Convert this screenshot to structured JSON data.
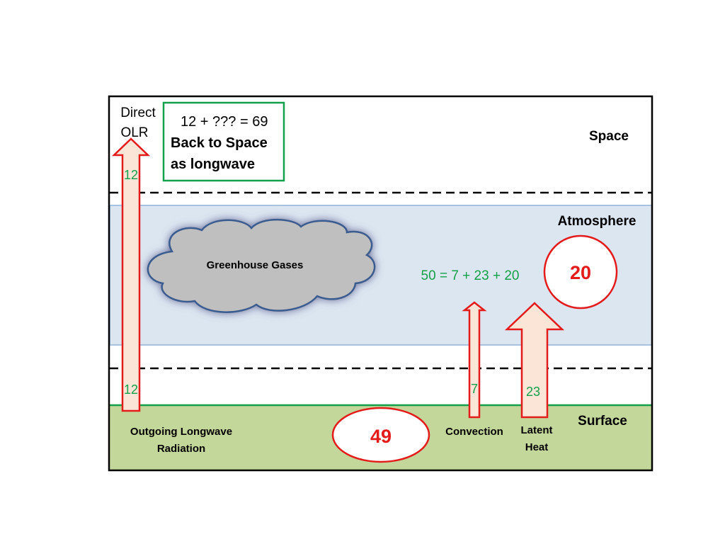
{
  "labels": {
    "direct_olr_line1": "Direct",
    "direct_olr_line2": "OLR",
    "equation_box_line1": "12 + ??? = 69",
    "equation_box_line2": "Back to Space",
    "equation_box_line3": "as longwave",
    "space": "Space",
    "atmosphere": "Atmosphere",
    "surface": "Surface",
    "greenhouse_gases": "Greenhouse Gases",
    "atmosphere_equation": "50 = 7 + 23 + 20",
    "atmosphere_value": "20",
    "surface_value": "49",
    "olr_value_top": "12",
    "olr_value_bottom": "12",
    "convection_value": "7",
    "latent_value": "23",
    "outgoing_line1": "Outgoing Longwave",
    "outgoing_line2": "Radiation",
    "convection": "Convection",
    "latent_line1": "Latent",
    "latent_line2": "Heat"
  },
  "colors": {
    "atmosphere_band": "#dce6f1",
    "surface_band": "#c4d79b",
    "arrow_fill": "#fbe5d6",
    "arrow_stroke": "#e31b1b",
    "value_green": "#14a04a",
    "cloud_fill": "#bfbfbf",
    "cloud_stroke": "#3b5b8f",
    "box_green": "#14a04a"
  }
}
